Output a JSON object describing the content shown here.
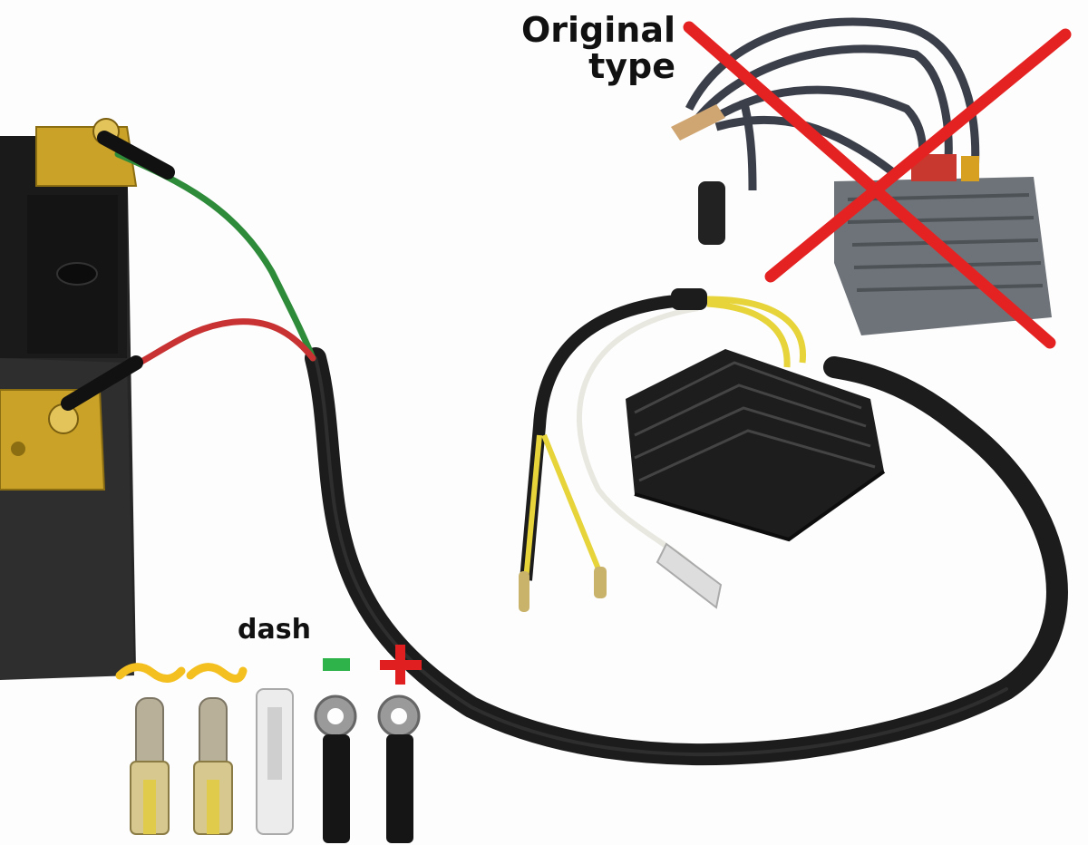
{
  "labels": {
    "original_line1": "Original",
    "original_line2": "type",
    "dash": "dash"
  },
  "symbols": {
    "ac1": "~",
    "ac2": "~",
    "minus": "-",
    "plus": "+"
  },
  "colors": {
    "ac_marker": "#f4c020",
    "minus_marker": "#2db34a",
    "plus_marker": "#e02020",
    "cross": "#e52222",
    "battery_terminal": "#c9a227",
    "wire_green": "#2e8b3a",
    "wire_red": "#c83232",
    "wire_yellow": "#e6d43a",
    "wire_white": "#e8e8e0",
    "cable_black": "#1c1c1c"
  },
  "icons": [
    "battery",
    "old-regulator",
    "new-regulator",
    "bullet-connector",
    "spade-connector",
    "ring-terminal",
    "cross-mark"
  ]
}
